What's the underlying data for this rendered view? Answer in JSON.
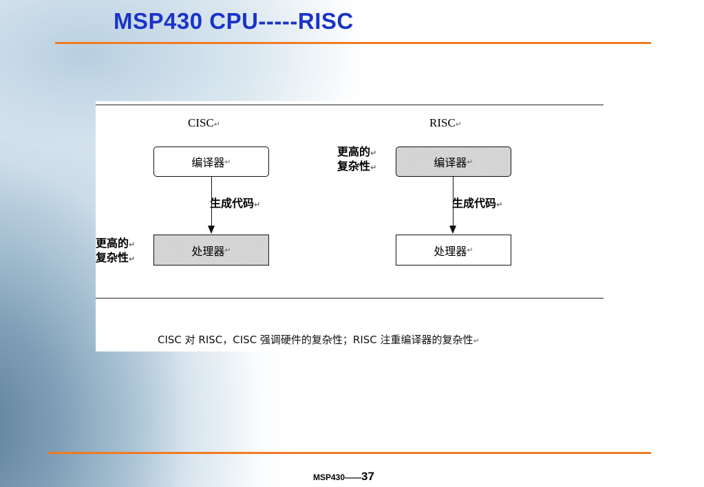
{
  "slide": {
    "title": "MSP430  CPU-----RISC",
    "footer_prefix": "MSP430",
    "footer_dashes": "——",
    "page_number": "37"
  },
  "diagram": {
    "return_mark": "↵",
    "cisc": {
      "heading": "CISC",
      "top_box": "编译器",
      "arrow_label": "生成代码",
      "bottom_box": "处理器",
      "complexity_label_line1": "更高的",
      "complexity_label_line2": "复杂性"
    },
    "risc": {
      "heading": "RISC",
      "top_box": "编译器",
      "arrow_label": "生成代码",
      "bottom_box": "处理器",
      "complexity_label_line1": "更高的",
      "complexity_label_line2": "复杂性"
    },
    "caption": "CISC 对 RISC，CISC 强调硬件的复杂性；RISC 注重编译器的复杂性"
  },
  "colors": {
    "title": "#1a33c8",
    "rule": "#f07a22",
    "shaded_box": "#d9d9d9"
  }
}
